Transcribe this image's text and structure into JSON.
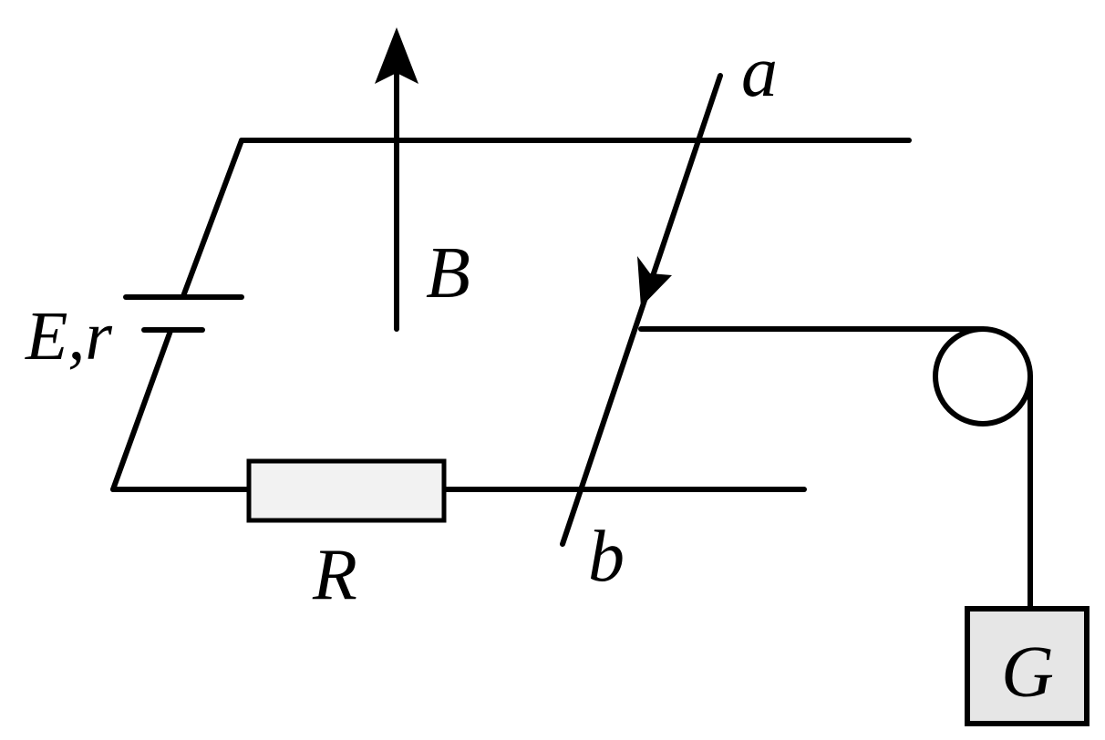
{
  "labels": {
    "emf": "E,r",
    "field": "B",
    "resistor": "R",
    "rod_top": "a",
    "rod_bottom": "b",
    "weight": "G"
  },
  "colors": {
    "line": "#000000",
    "resistor_fill": "#f2f2f2",
    "weight_fill": "#e6e6e6",
    "background": "#ffffff"
  }
}
